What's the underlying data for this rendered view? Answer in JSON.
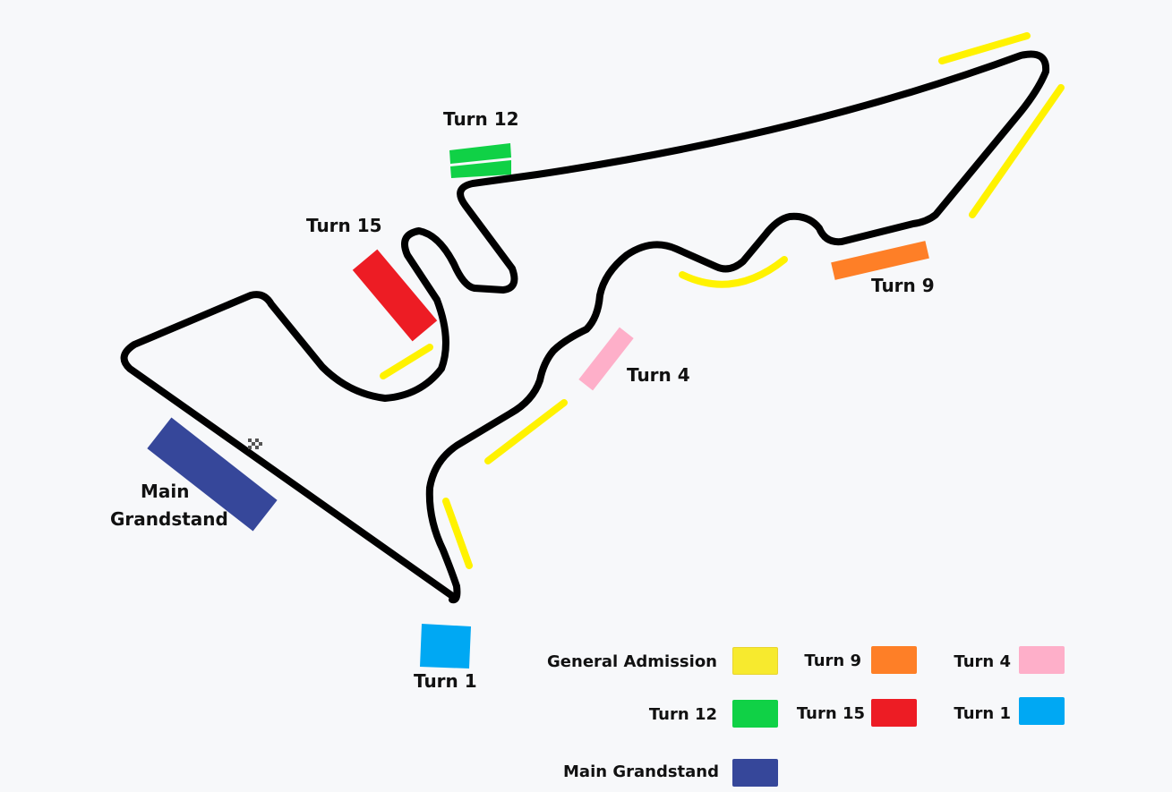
{
  "map": {
    "labels": {
      "turn12": "Turn 12",
      "turn15": "Turn 15",
      "turn9": "Turn 9",
      "turn4": "Turn 4",
      "turn1": "Turn 1",
      "main_grandstand_line1": "Main",
      "main_grandstand_line2": "Grandstand"
    },
    "icons": [
      "checkered-flag-icon"
    ]
  },
  "legend": {
    "items": [
      {
        "label": "General Admission",
        "color": "#f7ea2e"
      },
      {
        "label": "Turn 9",
        "color": "#fe7f27"
      },
      {
        "label": "Turn 4",
        "color": "#feafc9"
      },
      {
        "label": "Turn 12",
        "color": "#10d146"
      },
      {
        "label": "Turn 15",
        "color": "#ed1c24"
      },
      {
        "label": "Turn 1",
        "color": "#00a8f3"
      },
      {
        "label": "Main Grandstand",
        "color": "#36479a"
      }
    ]
  },
  "colors": {
    "track": "#000000",
    "general_admission": "#fff200",
    "background": "#f7f8fa"
  }
}
